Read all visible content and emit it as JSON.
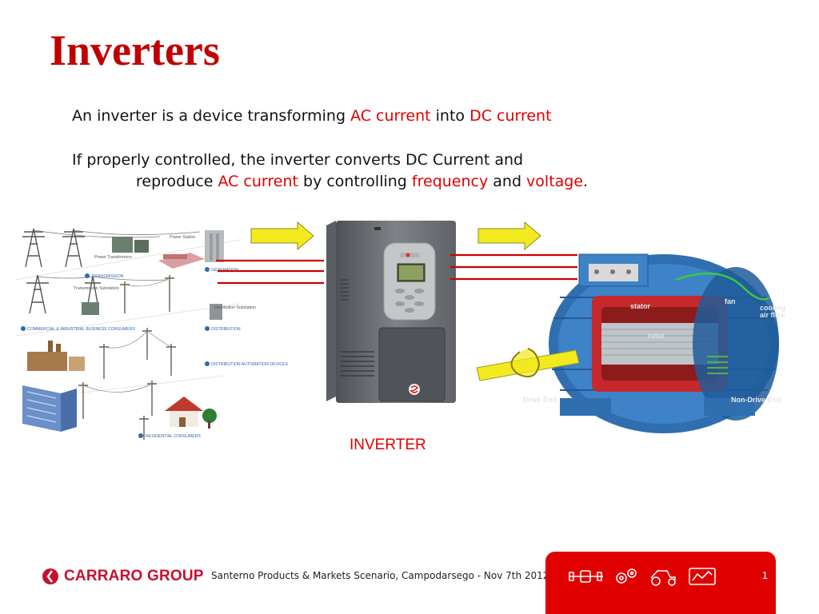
{
  "slide": {
    "title": "Inverters",
    "line1": {
      "part1": "An inverter is a device transforming ",
      "hl1": "AC current",
      "part2": " into ",
      "hl2": "DC current"
    },
    "line2": {
      "part1": "If properly controlled, the inverter converts DC Current and"
    },
    "line3": {
      "part1": "reproduce ",
      "hl1": "AC current",
      "part2": " by controlling ",
      "hl2": "frequency",
      "part3": " and ",
      "hl3": "voltage",
      "part4": "."
    },
    "inverter_label": "INVERTER"
  },
  "grid_labels": {
    "power_station": "Power Station",
    "power_transformers": "Power Transformers",
    "generation": "GENERATION",
    "transmission": "TRANSMISSION",
    "transmission_substation": "Transmission Substation",
    "distribution_substation": "Distribution Substation",
    "commercial": "COMMERCIAL & INDUSTRIAL BUSINESS CONSUMERS",
    "distribution": "DISTRIBUTION",
    "automation": "DISTRIBUTION AUTOMATION DEVICES",
    "residential": "RESIDENTIAL CONSUMERS"
  },
  "motor_labels": {
    "stator": "stator",
    "fan": "fan",
    "cooling": "cooling",
    "air_flow": "air flow",
    "rotor": "rotor",
    "drive_end": "Drive End",
    "non_drive_end": "Non-Drive End"
  },
  "footer": {
    "logo": "CARRARO GROUP",
    "text": "Santerno Products & Markets Scenario, Campodarsego - Nov 7th 2012",
    "page": "1"
  },
  "icons": [
    "carraro-logo-icon",
    "axle-icon",
    "gears-icon",
    "tractor-icon",
    "electronics-icon"
  ],
  "colors": {
    "title_red": "#c00000",
    "accent_red": "#e00000",
    "arrow_yellow": "#f2ea1e",
    "motor_blue": "#2f6fb0"
  }
}
